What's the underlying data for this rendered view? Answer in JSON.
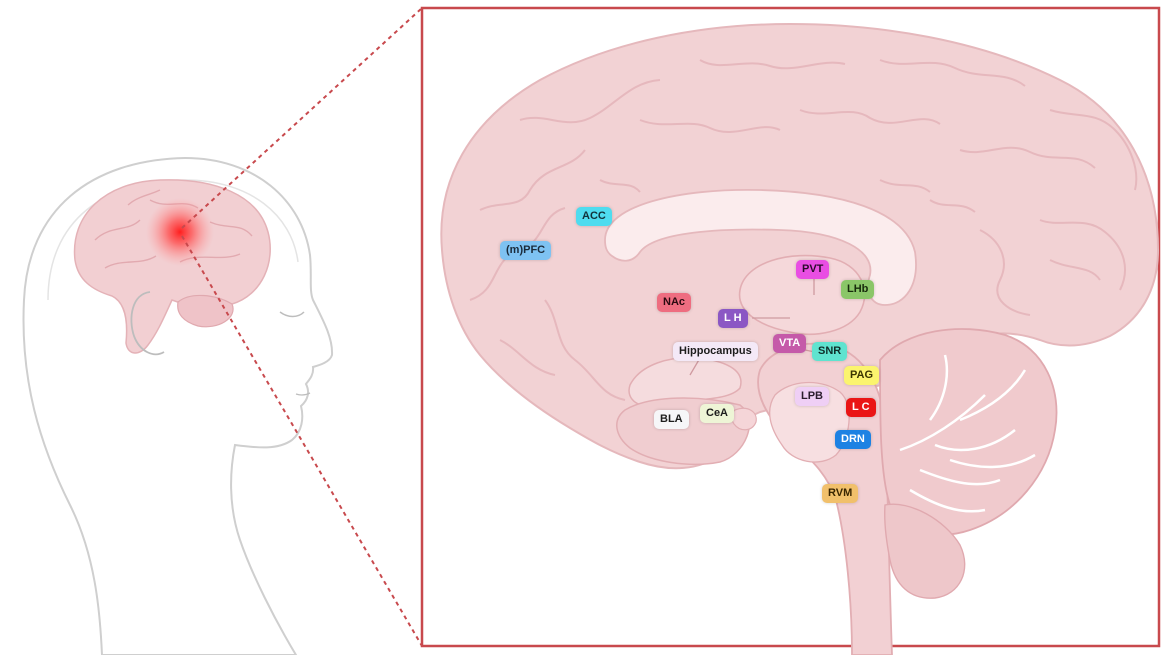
{
  "labels": [
    {
      "id": "mpfc",
      "text": "(m)PFC",
      "bg": "#7ec2f2",
      "fg": "#1b2b3b"
    },
    {
      "id": "acc",
      "text": "ACC",
      "bg": "#4fdcef",
      "fg": "#12323a"
    },
    {
      "id": "nac",
      "text": "NAc",
      "bg": "#ee6d80",
      "fg": "#2b0a10"
    },
    {
      "id": "pvt",
      "text": "PVT",
      "bg": "#e94ee3",
      "fg": "#2b0a2b"
    },
    {
      "id": "lhb",
      "text": "LHb",
      "bg": "#8ac668",
      "fg": "#172b0c"
    },
    {
      "id": "lh",
      "text": "L H",
      "bg": "#8b57c4",
      "fg": "#ffffff"
    },
    {
      "id": "hippocampus",
      "text": "Hippocampus",
      "bg": "#f4e9f7",
      "fg": "#1d1d1d"
    },
    {
      "id": "vta",
      "text": "VTA",
      "bg": "#c55aa9",
      "fg": "#ffffff"
    },
    {
      "id": "snr",
      "text": "SNR",
      "bg": "#5fe3cf",
      "fg": "#0f2f2a"
    },
    {
      "id": "pag",
      "text": "PAG",
      "bg": "#fbf46e",
      "fg": "#3a3500"
    },
    {
      "id": "lpb",
      "text": "LPB",
      "bg": "#efcff5",
      "fg": "#2a1d2d"
    },
    {
      "id": "lc",
      "text": "L C",
      "bg": "#ea1515",
      "fg": "#ffffff"
    },
    {
      "id": "bla",
      "text": "BLA",
      "bg": "#f6f6f8",
      "fg": "#1d1d1d"
    },
    {
      "id": "cea",
      "text": "CeA",
      "bg": "#eef5d6",
      "fg": "#1d1d1d"
    },
    {
      "id": "drn",
      "text": "DRN",
      "bg": "#1d82e3",
      "fg": "#ffffff"
    },
    {
      "id": "rvm",
      "text": "RVM",
      "bg": "#f1c06b",
      "fg": "#3a2600"
    }
  ],
  "colors": {
    "zoom_frame": "#c8494d",
    "brain_fill": "#f2d2d4",
    "brain_stroke": "#e5b8bc",
    "head_outline": "#cfcfcf",
    "highlight": "#ff1f1f"
  }
}
